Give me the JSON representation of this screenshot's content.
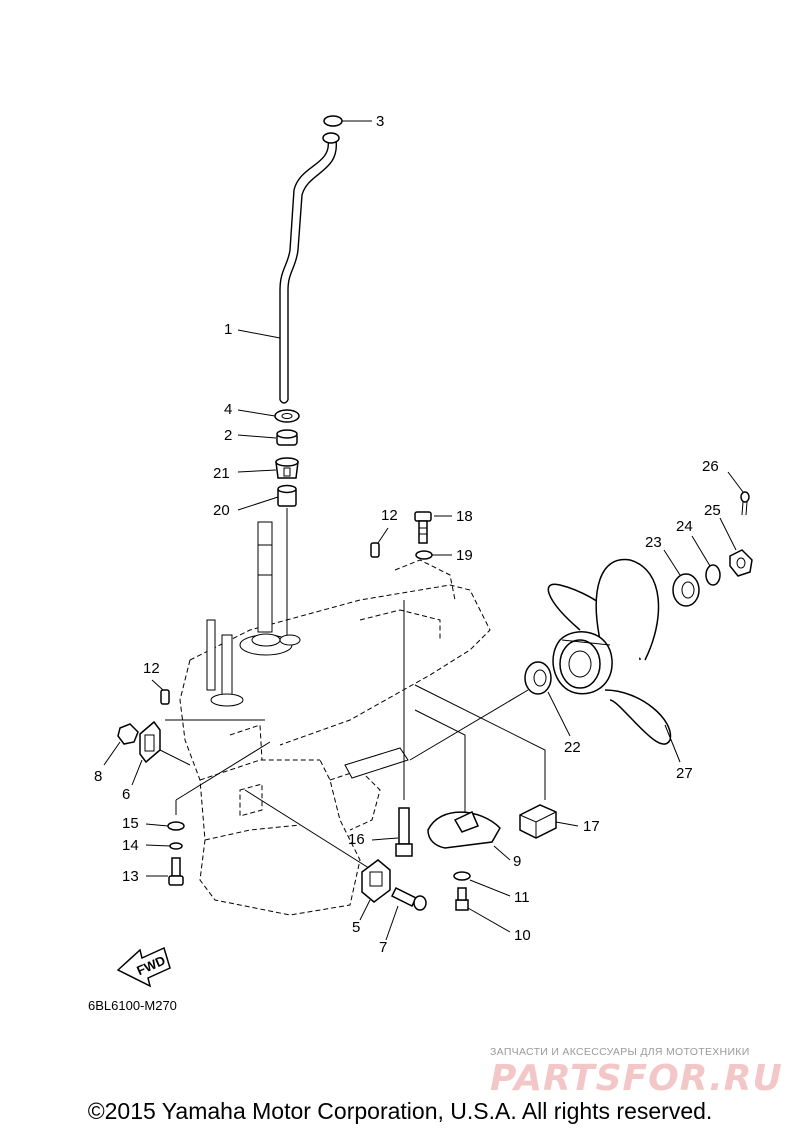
{
  "callouts": {
    "c1": "1",
    "c2": "2",
    "c3": "3",
    "c4": "4",
    "c5": "5",
    "c6": "6",
    "c7": "7",
    "c8": "8",
    "c9": "9",
    "c10": "10",
    "c11": "11",
    "c12a": "12",
    "c12b": "12",
    "c13": "13",
    "c14": "14",
    "c15": "15",
    "c16": "16",
    "c17": "17",
    "c18": "18",
    "c19": "19",
    "c20": "20",
    "c21": "21",
    "c22": "22",
    "c23": "23",
    "c24": "24",
    "c25": "25",
    "c26": "26",
    "c27": "27"
  },
  "fwd_label": "FWD",
  "diagram_code": "6BL6100-M270",
  "watermark": {
    "tagline": "ЗАПЧАСТИ И АКСЕССУАРЫ ДЛЯ МОТОТЕХНИКИ",
    "logo_text": "PARTSFOR.RU"
  },
  "copyright": "©2015 Yamaha Motor Corporation, U.S.A. All rights reserved."
}
